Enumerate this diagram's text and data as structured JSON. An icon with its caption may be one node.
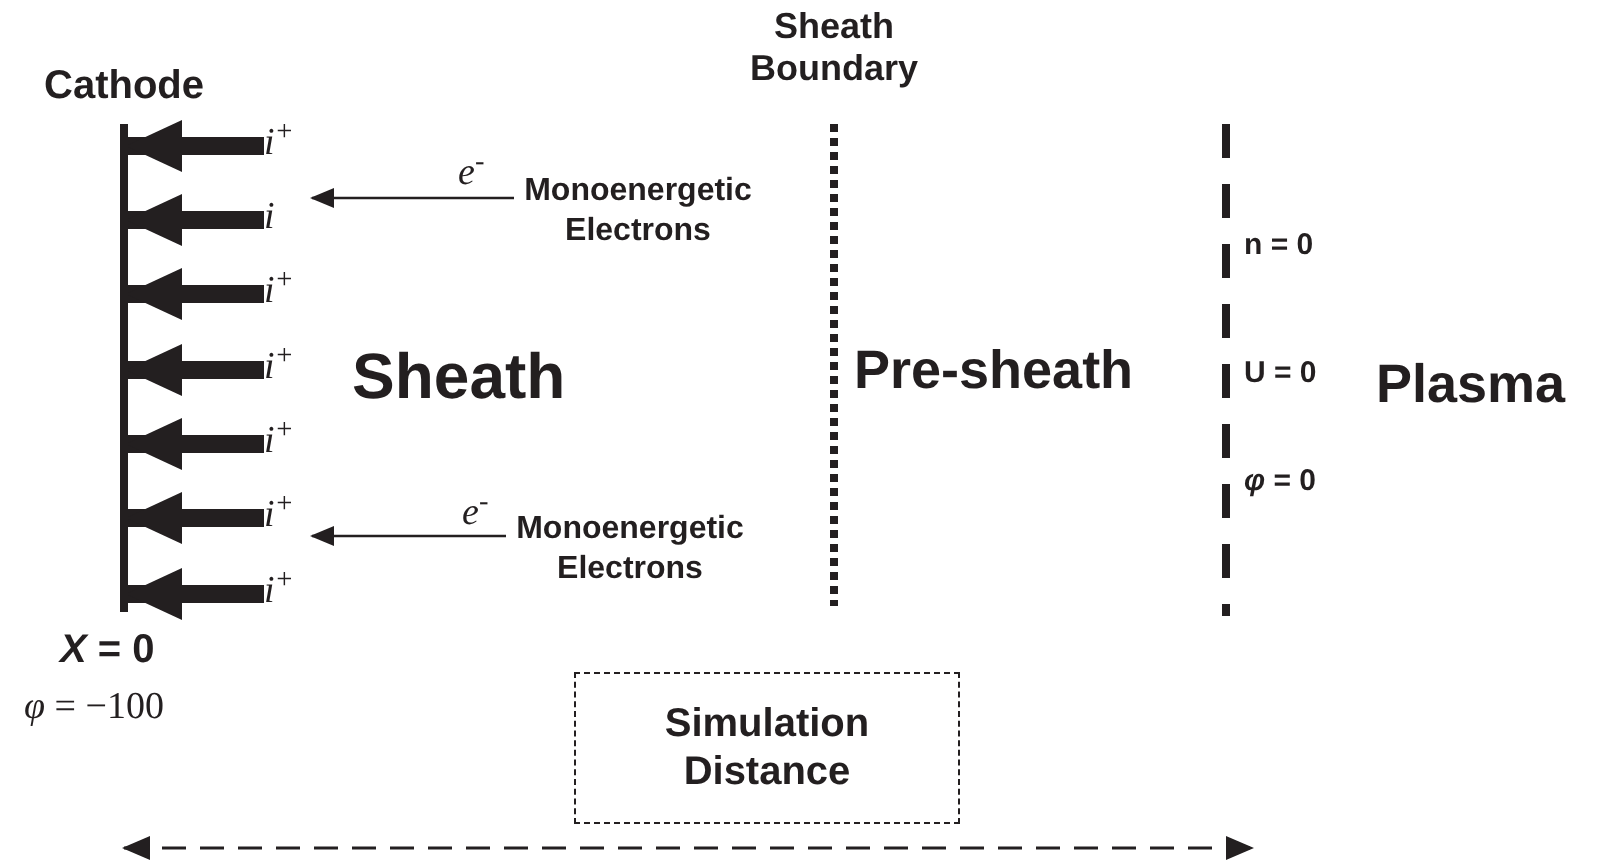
{
  "diagram": {
    "nodes": [
      {
        "text": [
          "Cathode"
        ],
        "beside": [
          "*X* = 0",
          "*φ* = −100"
        ]
      },
      {
        "text": [
          "i$^{+}$"
        ]
      },
      {
        "text": [
          "i"
        ]
      },
      {
        "text": [
          "i$^{+}$"
        ]
      },
      {
        "text": [
          "i$^{+}$"
        ]
      },
      {
        "text": [
          "i$^{+}$"
        ]
      },
      {
        "text": [
          "i$^{+}$"
        ]
      },
      {
        "text": [
          "i$^{+}$"
        ]
      },
      {
        "text": [
          "Monoenergetic Electrons"
        ],
        "beside": [
          "*e*$^{-}$"
        ]
      },
      {
        "text": [
          "Monoenergetic Electrons"
        ],
        "beside": [
          "*e*$^{-}$"
        ]
      },
      {
        "text": [
          "Sheath Boundary"
        ]
      },
      {
        "text": [],
        "shape": "bar",
        "beside": [
          "n = 0",
          "U = 0",
          "*φ* = 0"
        ]
      },
      {
        "text": [
          "Simulation Distance"
        ]
      }
    ],
    "edges": [
      {
        "from": 1,
        "to": 0,
        "arrow": "to"
      },
      {
        "from": 2,
        "to": 0,
        "arrow": "to"
      },
      {
        "from": 3,
        "to": 0,
        "arrow": "to"
      },
      {
        "from": 4,
        "to": 0,
        "arrow": "to"
      },
      {
        "from": 5,
        "to": 0,
        "arrow": "to"
      },
      {
        "from": 6,
        "to": 0,
        "arrow": "to"
      },
      {
        "from": 7,
        "to": 0,
        "arrow": "to"
      },
      {
        "from": 8,
        "to": 2,
        "arrow": "to"
      },
      {
        "from": 9,
        "to": 6,
        "arrow": "to"
      }
    ],
    "labels": [
      "Sheath",
      "Pre-sheath",
      "Plasma"
    ]
  }
}
